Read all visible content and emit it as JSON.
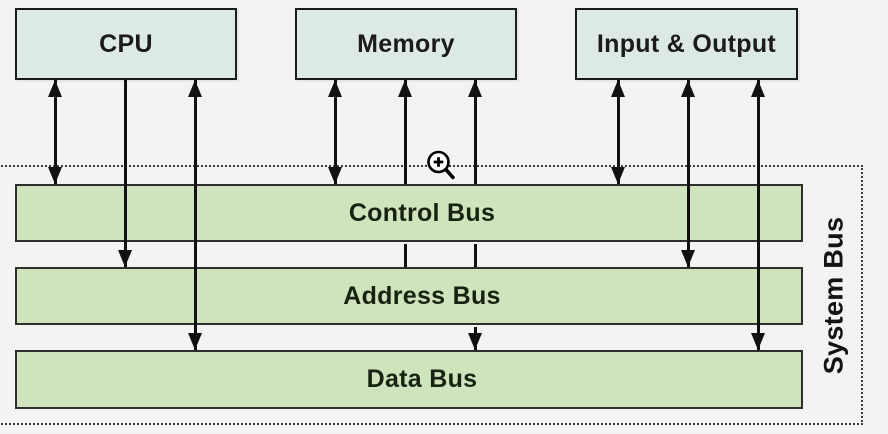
{
  "diagram": {
    "type": "block-diagram",
    "subject": "Computer system bus architecture"
  },
  "components": [
    {
      "label": "CPU"
    },
    {
      "label": "Memory"
    },
    {
      "label": "Input & Output"
    }
  ],
  "buses": [
    {
      "label": "Control Bus"
    },
    {
      "label": "Address Bus"
    },
    {
      "label": "Data Bus"
    }
  ],
  "group": {
    "label": "System Bus"
  },
  "cursor": {
    "icon": "zoom-in-magnifier-cursor"
  },
  "colors": {
    "background": "#f3f4f2",
    "component_fill": "#dce9e6",
    "bus_fill": "#cfe3bd",
    "line": "#111111",
    "border": "#1c1c1c"
  },
  "connections": [
    {
      "from": "CPU",
      "to": "Control Bus",
      "direction": "bidirectional"
    },
    {
      "from": "CPU",
      "to": "Address Bus",
      "direction": "one-way"
    },
    {
      "from": "CPU",
      "to": "Data Bus",
      "direction": "bidirectional"
    },
    {
      "from": "Memory",
      "to": "Control Bus",
      "direction": "bidirectional"
    },
    {
      "from": "Address Bus",
      "to": "Memory",
      "direction": "one-way"
    },
    {
      "from": "Memory",
      "to": "Data Bus",
      "direction": "bidirectional"
    },
    {
      "from": "Input & Output",
      "to": "Control Bus",
      "direction": "bidirectional"
    },
    {
      "from": "Input & Output",
      "to": "Address Bus",
      "direction": "bidirectional"
    },
    {
      "from": "Input & Output",
      "to": "Data Bus",
      "direction": "bidirectional"
    }
  ]
}
